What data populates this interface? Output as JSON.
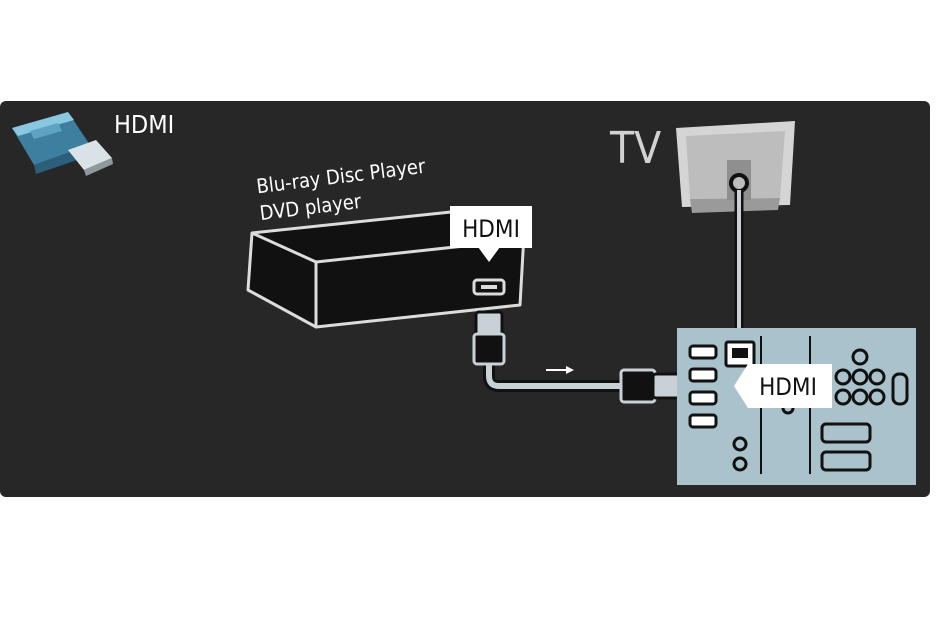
{
  "legend": {
    "label": "HDMI",
    "icon": "hdmi-plug-icon"
  },
  "player": {
    "line1": "Blu-ray Disc Player",
    "line2": "DVD player",
    "port_label": "HDMI"
  },
  "tv": {
    "label": "TV",
    "port_label": "HDMI"
  },
  "colors": {
    "background": "#272727",
    "device_black": "#111111",
    "panel": "#a9c2cb",
    "tv_gray": "#c7c7c7",
    "cable": "#c8d2d6"
  }
}
